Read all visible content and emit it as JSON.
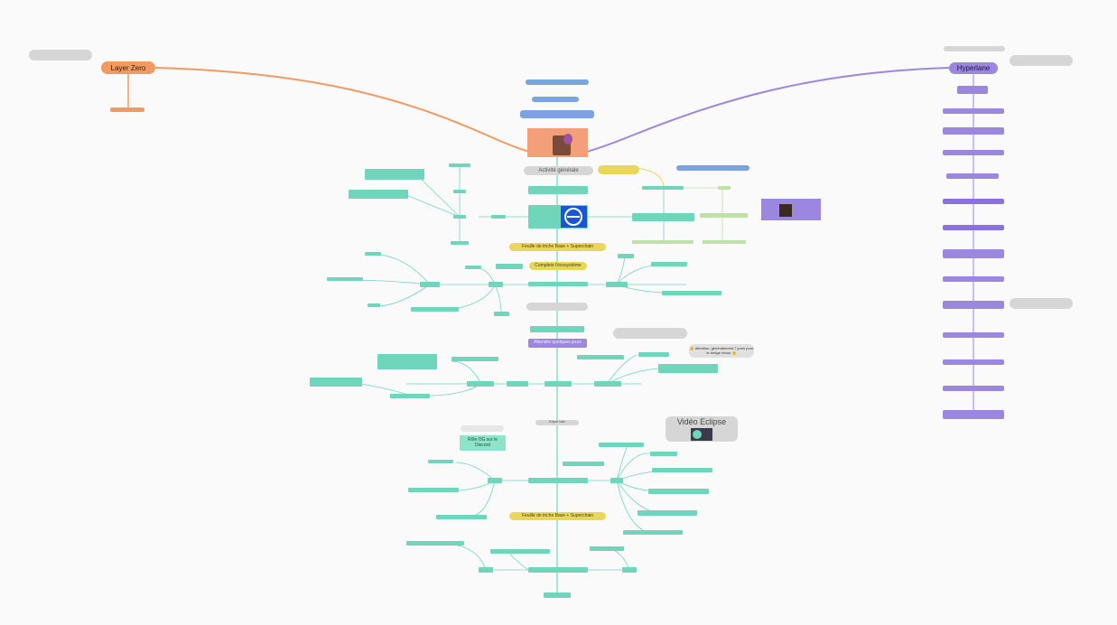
{
  "roots": {
    "layer_zero": "Layer Zero",
    "hyperlane": "Hyperlane"
  },
  "center": {
    "activity": "Activité générale",
    "sheet_base": "Feuille de triche Base + Superchain",
    "complete_eco": "Complete l'écosystème",
    "wait": "Attendre quelques jours",
    "sheet_base_2": "Feuille de triche Base + Superchain",
    "eclipse_date": "Eclipse Date"
  },
  "video": {
    "title": "Vidéo Eclipse"
  },
  "og": {
    "role": "Rôle OG sur le Discord"
  },
  "warning": {
    "text": "⚠️ Attention, généralement 7 jours pour le bridge retour ⚠️"
  },
  "colors": {
    "teal": "#6fd6bc",
    "blue": "#7aa3e0",
    "purple": "#9b86e0",
    "orange": "#f19a62",
    "yellow": "#e8d75a",
    "green": "#bde1a6",
    "grey": "#d6d6d6"
  }
}
